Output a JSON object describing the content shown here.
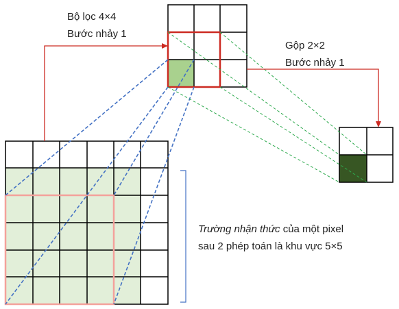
{
  "labels": {
    "filter": {
      "line1": "Bộ lọc 4×4",
      "line2": "Bước nhảy 1"
    },
    "pool": {
      "line1": "Gộp 2×2",
      "line2": "Bước nhảy 1"
    },
    "receptive_field": {
      "line1_italic": "Trường nhận thức",
      "line1_rest": " của một pixel",
      "line2": "sau 2 phép toán là khu vực 5×5"
    }
  },
  "grids": {
    "input": {
      "rows": 6,
      "cols": 6
    },
    "conv_output": {
      "rows": 3,
      "cols": 3
    },
    "pool_output": {
      "rows": 2,
      "cols": 2
    }
  },
  "colors": {
    "grid_line": "#000000",
    "receptive_fill": "#e2efd9",
    "window_outline": "#f4a19b",
    "conv_highlight_fill": "#a9d18e",
    "conv_window_outline": "#cc2a22",
    "pool_highlight_fill": "#375623",
    "red_arrow": "#cc2a22",
    "blue_dash": "#4472c4",
    "green_dash": "#2eaa4e",
    "bracket": "#4472c4"
  }
}
